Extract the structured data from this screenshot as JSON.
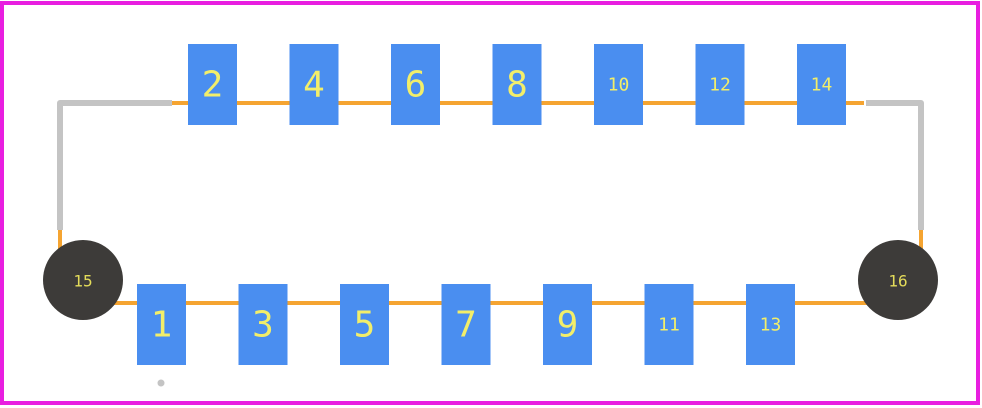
{
  "colors": {
    "board_outline": "#e81ee0",
    "pad": "#4a8ef0",
    "pad_label": "#f2ee6a",
    "trace": "#f5a431",
    "silkscreen": "#c4c4c4",
    "mounting_hole": "#3d3b39",
    "mounting_label": "#e4dc5a"
  },
  "top_pads": [
    {
      "label": "2"
    },
    {
      "label": "4"
    },
    {
      "label": "6"
    },
    {
      "label": "8"
    },
    {
      "label": "10"
    },
    {
      "label": "12"
    },
    {
      "label": "14"
    }
  ],
  "bottom_pads": [
    {
      "label": "1"
    },
    {
      "label": "3"
    },
    {
      "label": "5"
    },
    {
      "label": "7"
    },
    {
      "label": "9"
    },
    {
      "label": "11"
    },
    {
      "label": "13"
    }
  ],
  "mounting_holes": [
    {
      "label": "15"
    },
    {
      "label": "16"
    }
  ]
}
